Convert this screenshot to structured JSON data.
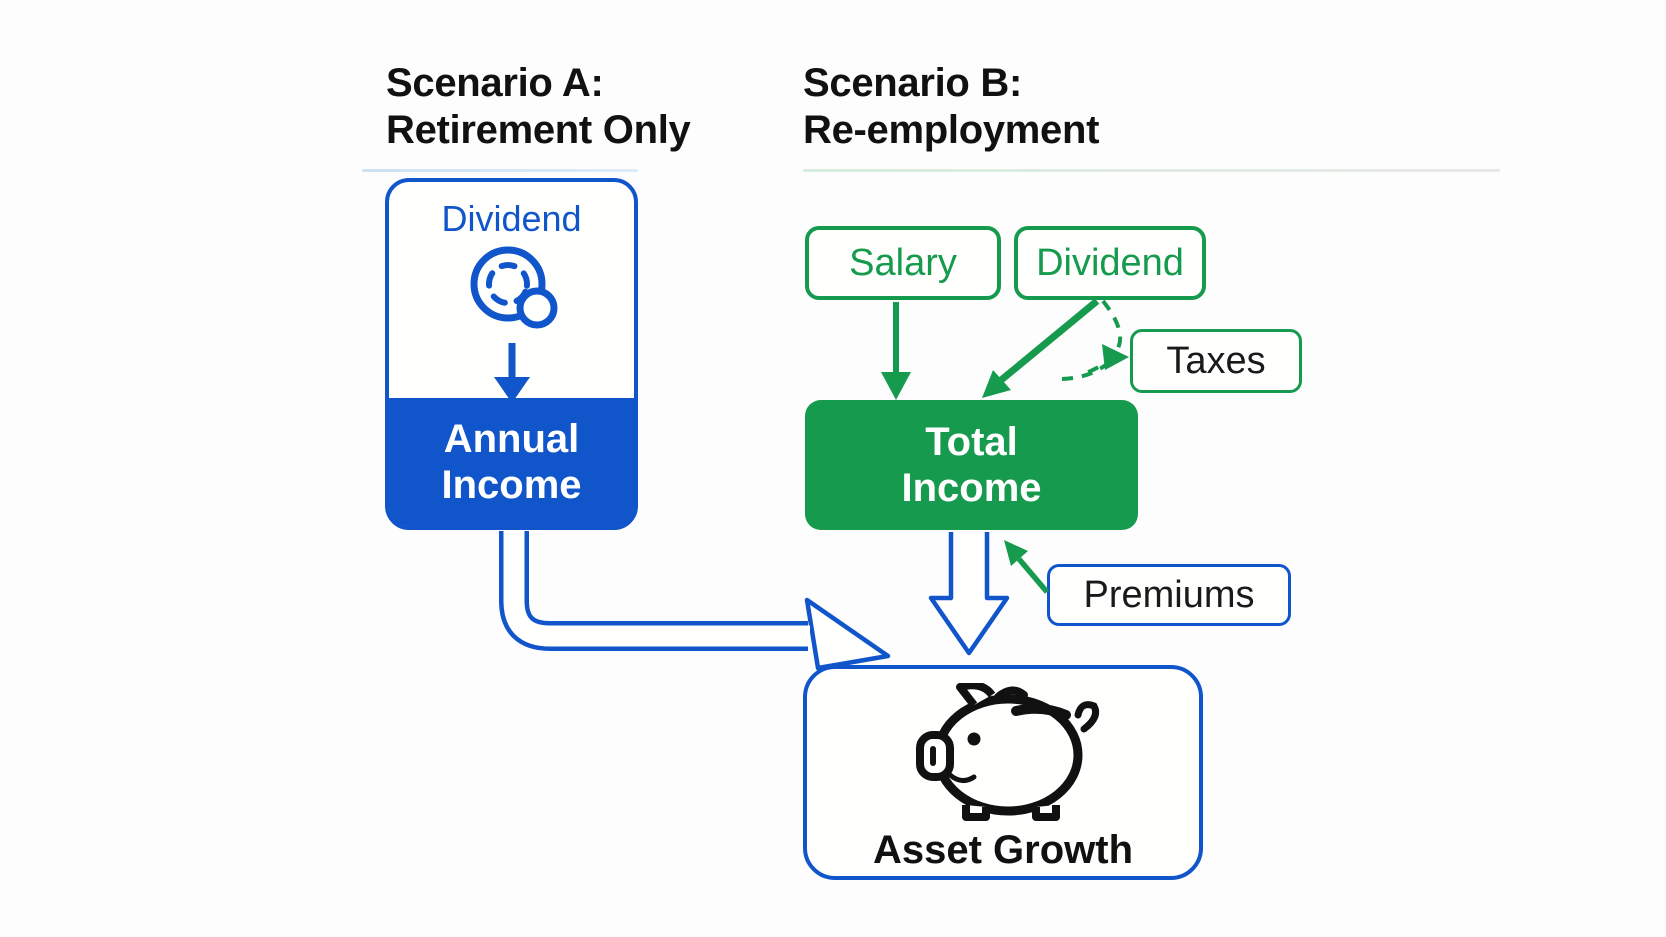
{
  "scenario_a": {
    "title_line1": "Scenario A:",
    "title_line2": "Retirement Only",
    "source_label": "Dividend",
    "income_line1": "Annual",
    "income_line2": "Income"
  },
  "scenario_b": {
    "title_line1": "Scenario B:",
    "title_line2": "Re-employment",
    "salary_label": "Salary",
    "dividend_label": "Dividend",
    "taxes_label": "Taxes",
    "total_income_line1": "Total",
    "total_income_line2": "Income",
    "premiums_label": "Premiums"
  },
  "asset_growth": {
    "label": "Asset Growth"
  },
  "colors": {
    "blue": "#1155cb",
    "green": "#169a4d",
    "heading_text": "#111111",
    "dark_label_text": "#1a1a1a",
    "underline_a": "#cfe1f2",
    "underline_b": "#d7eddf",
    "background": "#fdfdfd",
    "white": "#ffffff"
  },
  "icons": {
    "scenario_a_source": "coin-icon",
    "asset_growth": "piggy-bank-icon"
  }
}
